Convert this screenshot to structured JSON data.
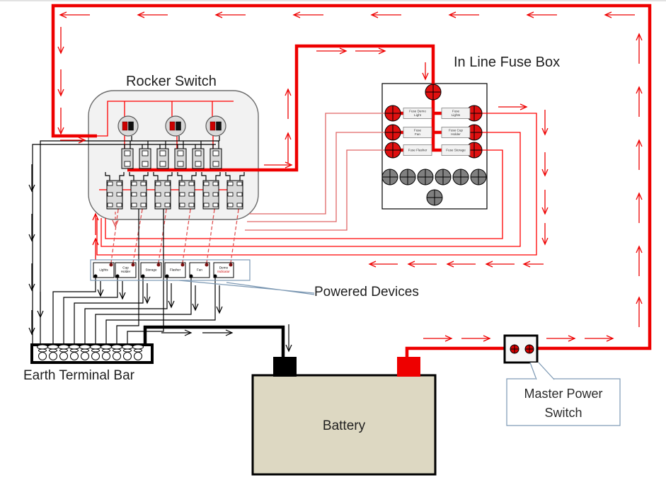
{
  "rocker_switch": {
    "title": "Rocker Switch"
  },
  "fuse_box": {
    "title": "In Line Fuse Box",
    "fuses": [
      {
        "line1": "Fuse Demo",
        "line2": "Light"
      },
      {
        "line1": "Fuse",
        "line2": "Lights"
      },
      {
        "line1": "Fuse",
        "line2": "Fan"
      },
      {
        "line1": "Fuse Cup",
        "line2": "Holder"
      },
      {
        "line1": "Fuse Flasher",
        "line2": ""
      },
      {
        "line1": "Fuse Storage",
        "line2": ""
      }
    ]
  },
  "powered_devices": {
    "label": "Powered Devices",
    "devices": [
      {
        "line1": "Lights",
        "line2": ""
      },
      {
        "line1": "Cup",
        "line2": "Holder"
      },
      {
        "line1": "Storage",
        "line2": ""
      },
      {
        "line1": "Flasher",
        "line2": ""
      },
      {
        "line1": "Fan",
        "line2": ""
      },
      {
        "line1": "Demo",
        "line2": "Indicator"
      }
    ]
  },
  "battery": {
    "label": "Battery"
  },
  "earth_terminal_bar": {
    "label": "Earth Terminal Bar"
  },
  "master_power_switch": {
    "line1": "Master Power",
    "line2": "Switch"
  },
  "colors": {
    "wire_red": "#ee0000",
    "wire_red_thin": "#ff0000",
    "wire_red_soft": "#e06666",
    "wire_black": "#000000",
    "callout_blue": "#7c98b3",
    "battery_fill": "#ddd8c2",
    "panel_fill": "#f2f2f2",
    "connector_fill": "#d9d9d9",
    "fuse_terminal_red": "#e01010",
    "spare_fuse_gray": "#808080"
  }
}
